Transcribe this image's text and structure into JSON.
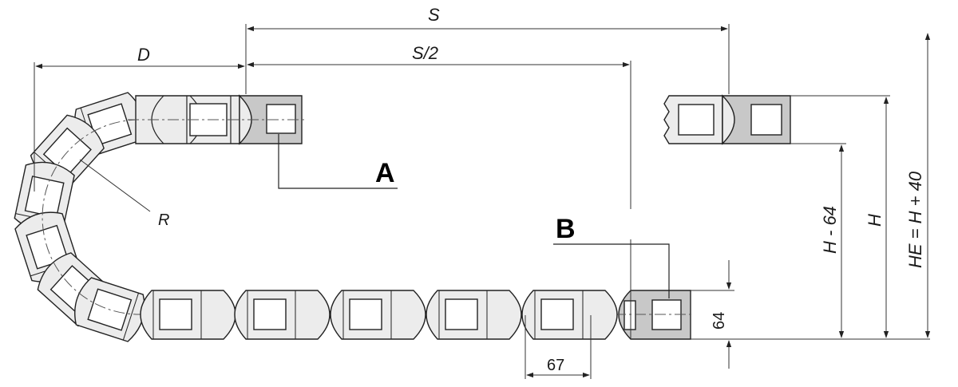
{
  "diagram": {
    "labels": {
      "s": "S",
      "s_half": "S/2",
      "d": "D",
      "r": "R",
      "a": "A",
      "b": "B",
      "h_minus_64": "H - 64",
      "h": "H",
      "he": "HE = H + 40",
      "dim_64": "64",
      "dim_67": "67"
    },
    "colors": {
      "stroke": "#222222",
      "link_fill": "#ececec",
      "end_fill": "#c8c8c8",
      "background": "#ffffff"
    }
  }
}
